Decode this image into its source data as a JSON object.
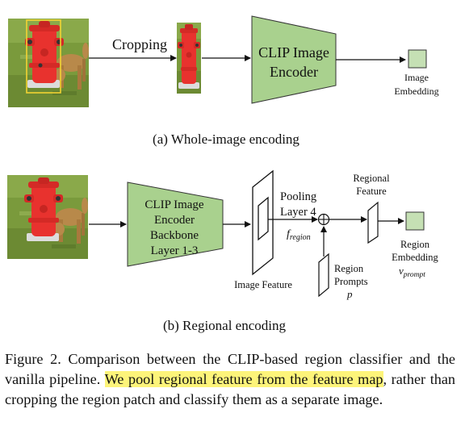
{
  "figure": {
    "panel_a": {
      "crop_label": "Cropping",
      "encoder_line1": "CLIP Image",
      "encoder_line2": "Encoder",
      "output_line1": "Image",
      "output_line2": "Embedding",
      "caption": "(a) Whole-image encoding"
    },
    "panel_b": {
      "backbone_line1": "CLIP Image",
      "backbone_line2": "Encoder",
      "backbone_line3": "Backbone",
      "backbone_line4": "Layer 1-3",
      "image_feature_label": "Image Feature",
      "pooling_line1": "Pooling",
      "pooling_line2": "Layer 4",
      "f_region_base": "f",
      "f_region_sub": "region",
      "regional_feature_line1": "Regional",
      "regional_feature_line2": "Feature",
      "region_prompts_line1": "Region",
      "region_prompts_line2": "Prompts",
      "region_prompts_symbol": "p",
      "region_embedding_line1": "Region",
      "region_embedding_line2": "Embedding",
      "v_prompt_base": "v",
      "v_prompt_sub": "prompt",
      "caption": "(b) Regional encoding"
    },
    "colors": {
      "encoder_fill": "#a9d18e",
      "embedding_fill": "#c5e0b4",
      "highlight": "#fdf47a"
    }
  },
  "caption": {
    "lead": "Figure 2.  Comparison between the CLIP-based region classifier and the vanilla pipeline. ",
    "highlighted": "We pool regional feature from the feature map",
    "rest": ", rather than cropping the region patch and classify them as a separate image."
  }
}
